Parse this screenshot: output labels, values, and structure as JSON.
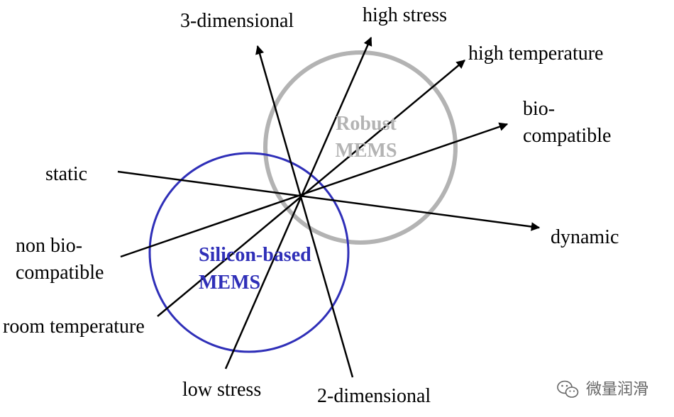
{
  "colors": {
    "axes": "#000000",
    "robust": "#b3b3b3",
    "silicon": "#2f2fb8",
    "watermark": "#666666"
  },
  "circles": {
    "robust": {
      "line1": "Robust",
      "line2": "MEMS"
    },
    "silicon": {
      "line1": "Silicon-based",
      "line2": "MEMS"
    }
  },
  "axes": {
    "dimensional": {
      "positive": "3-dimensional",
      "negative": "2-dimensional"
    },
    "stress": {
      "positive": "high stress",
      "negative": "low stress"
    },
    "temperature": {
      "positive": "high temperature",
      "negative": "room temperature"
    },
    "biocompat": {
      "positive_line1": "bio-",
      "positive_line2": "compatible",
      "negative_line1": "non bio-",
      "negative_line2": "compatible"
    },
    "motion": {
      "positive": "dynamic",
      "negative": "static"
    }
  },
  "watermark": {
    "text": "微量润滑",
    "icon": "wechat-icon"
  }
}
